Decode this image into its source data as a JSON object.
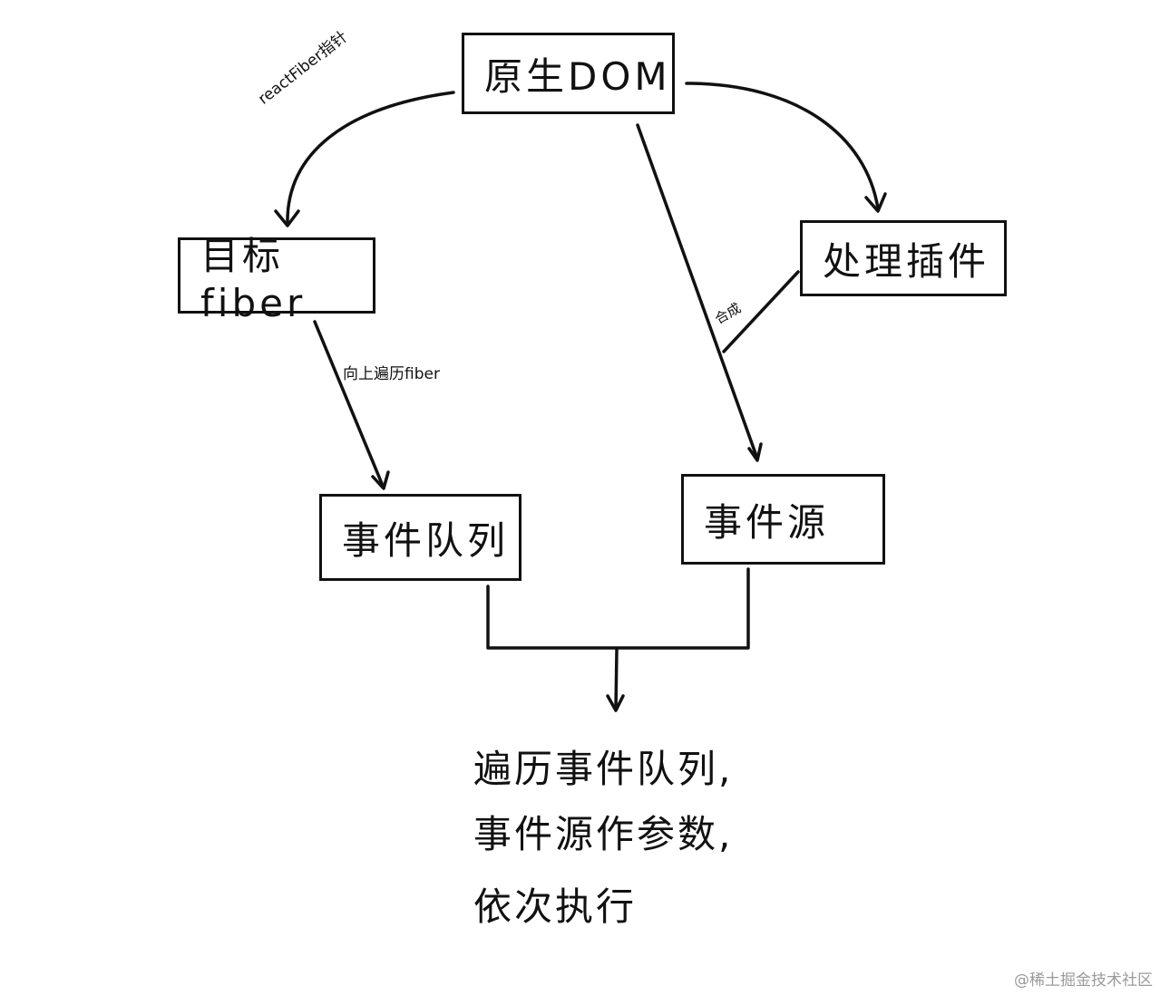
{
  "nodes": {
    "native_dom": "原生DOM",
    "target_fiber": "目标fiber",
    "plugin": "处理插件",
    "event_queue": "事件队列",
    "event_source": "事件源"
  },
  "edges": {
    "react_fiber_pointer": "reactFiber指针",
    "traverse_up": "向上遍历fiber",
    "synthesize": "合成"
  },
  "result": {
    "line1": "遍历事件队列,",
    "line2": "事件源作参数,",
    "line3": "依次执行"
  },
  "watermark": "@稀土掘金技术社区"
}
